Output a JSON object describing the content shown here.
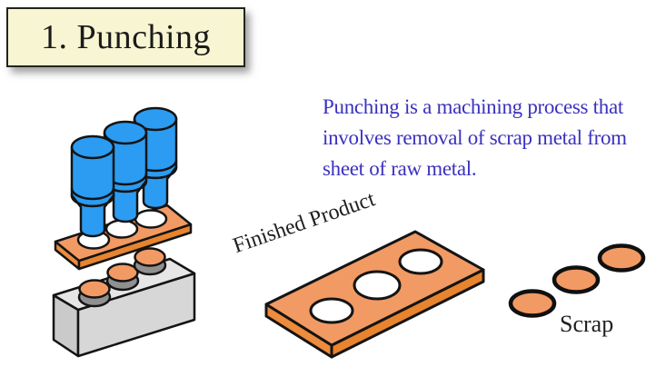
{
  "title": {
    "label": "1. Punching"
  },
  "description": {
    "color": "#3A31BE",
    "lines": [
      "Punching is a machining process that",
      "involves removal of scrap metal from",
      "sheet of raw metal."
    ]
  },
  "labels": {
    "finished_product": "Finished Product",
    "scrap": "Scrap"
  },
  "colors": {
    "title_box_bg": "#F8F6D2",
    "punch_blue": "#2B9CF2",
    "sheet_orange": "#F29A63",
    "sheet_orange_front": "#E8832E",
    "sheet_orange_left": "#EE8B3C",
    "hole_white": "#FFFFFF",
    "die_gray_top": "#E6E6E6",
    "die_gray_left": "#CACACA",
    "die_gray_front": "#D7D7D7",
    "boss_gray": "#909090",
    "outline": "#141414"
  }
}
